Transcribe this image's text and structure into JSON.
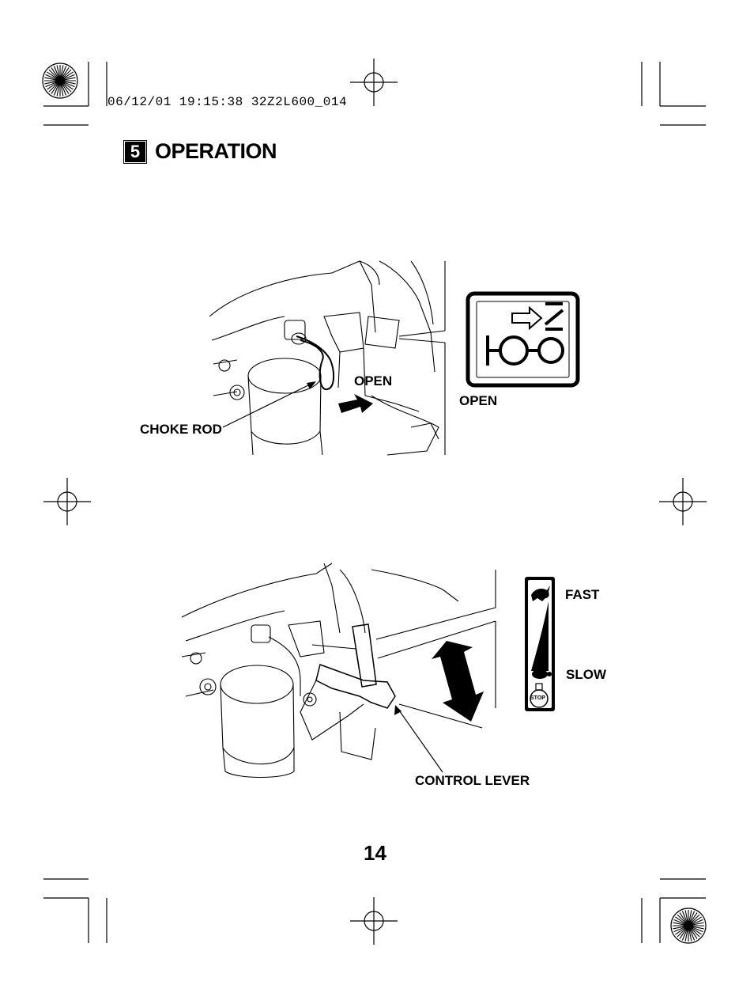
{
  "header": {
    "timestamp": "06/12/01 19:15:38 32Z2L600_014",
    "section_number": "5",
    "section_title": "OPERATION"
  },
  "figure_choke": {
    "open_arrow_label": "OPEN",
    "choke_rod_label": "CHOKE ROD",
    "decal_open_label": "OPEN"
  },
  "figure_throttle": {
    "fast_label": "FAST",
    "slow_label": "SLOW",
    "stop_label": "STOP",
    "control_lever_label": "CONTROL LEVER"
  },
  "footer": {
    "page_number": "14"
  }
}
